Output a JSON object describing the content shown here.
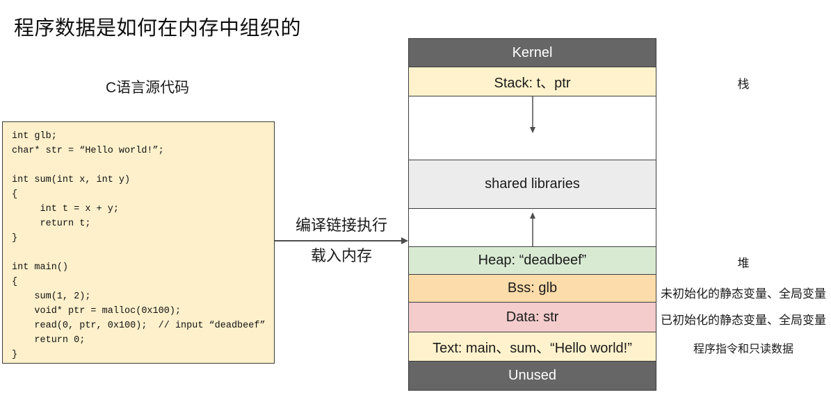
{
  "title": "程序数据是如何在内存中组织的",
  "source": {
    "label": "C语言源代码",
    "bg": "#fdf0cb",
    "code_lines": [
      "int glb;",
      "char* str = “Hello world!”;",
      "",
      "int sum(int x, int y)",
      "{",
      "     int t = x + y;",
      "     return t;",
      "}",
      "",
      "int main()",
      "{",
      "    sum(1, 2);",
      "    void* ptr = malloc(0x100);",
      "    read(0, ptr, 0x100);  // input “deadbeef”",
      "    return 0;",
      "}"
    ]
  },
  "transform": {
    "top_label": "编译链接执行",
    "bottom_label": "载入内存"
  },
  "memory": {
    "rows": [
      {
        "id": "kernel",
        "label": "Kernel",
        "bg": "#666666",
        "fg": "#ffffff"
      },
      {
        "id": "stack",
        "label": "Stack: t、ptr",
        "bg": "#fff2cc",
        "fg": "#1a1a1a"
      },
      {
        "id": "stack-growth-gap",
        "label": "",
        "bg": "#ffffff"
      },
      {
        "id": "shared-libraries",
        "label": "shared libraries",
        "bg": "#ececec",
        "fg": "#1a1a1a"
      },
      {
        "id": "heap-growth-gap",
        "label": "",
        "bg": "#ffffff"
      },
      {
        "id": "heap",
        "label": "Heap: “deadbeef”",
        "bg": "#d9ead3",
        "fg": "#1a1a1a"
      },
      {
        "id": "bss",
        "label": "Bss: glb",
        "bg": "#fcdcaa",
        "fg": "#1a1a1a"
      },
      {
        "id": "data",
        "label": "Data: str",
        "bg": "#f4cccc",
        "fg": "#1a1a1a"
      },
      {
        "id": "text",
        "label": "Text: main、sum、“Hello world!”",
        "bg": "#fff2cc",
        "fg": "#1a1a1a"
      },
      {
        "id": "unused",
        "label": "Unused",
        "bg": "#666666",
        "fg": "#ffffff"
      }
    ]
  },
  "annotations": {
    "stack": "栈",
    "heap": "堆",
    "bss": "未初始化的静态变量、全局变量",
    "data": "已初始化的静态变量、全局变量",
    "text": "程序指令和只读数据"
  },
  "colors": {
    "arrow": "#4d4d4d",
    "border": "#3c3c3c"
  }
}
